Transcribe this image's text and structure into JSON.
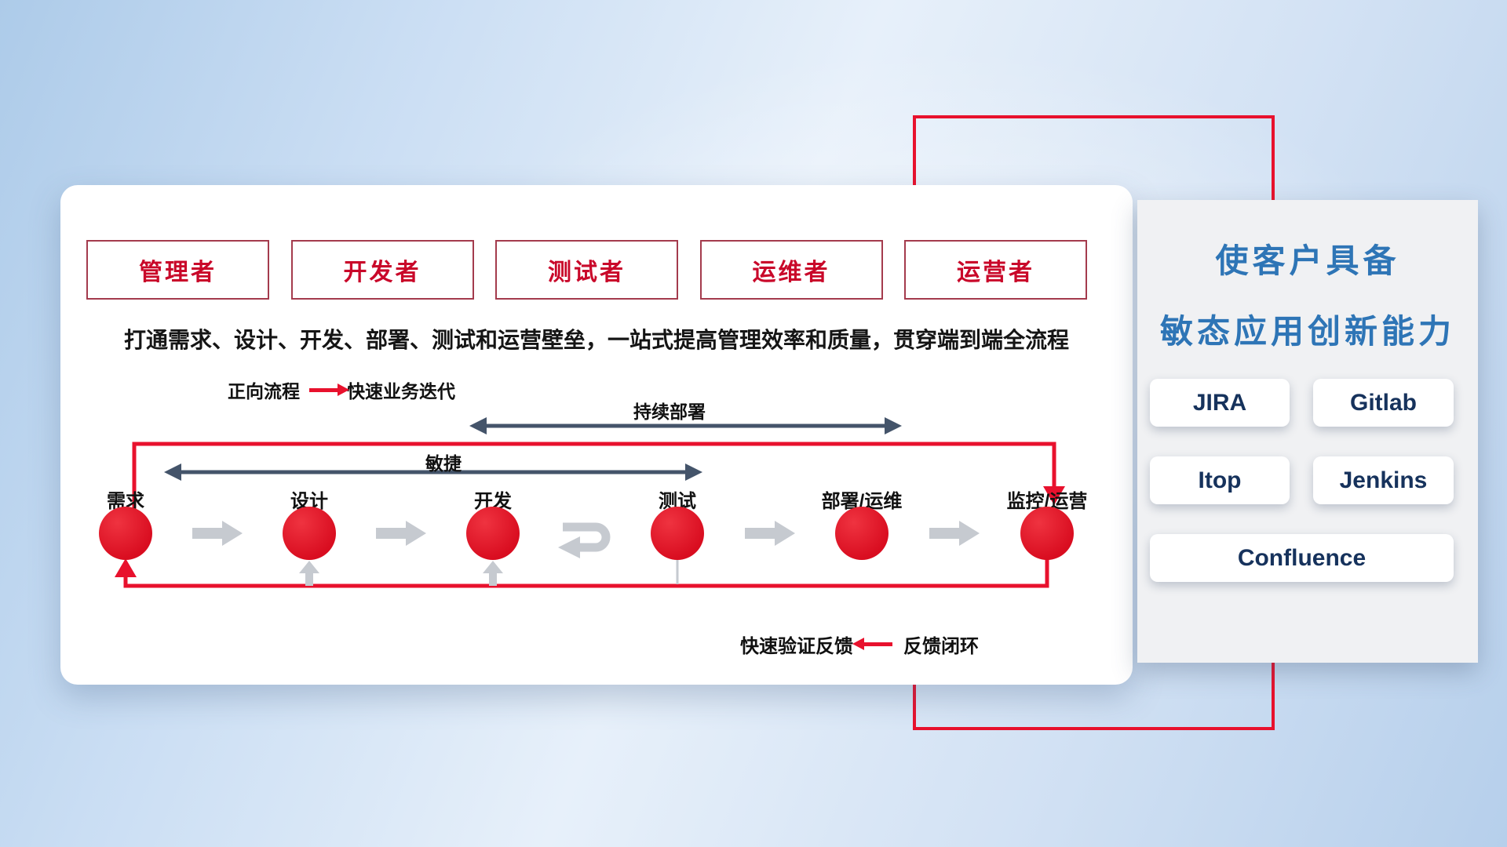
{
  "colors": {
    "accent_red": "#e8112d",
    "circle_red": "#d90d20",
    "dark_arrow": "#44546a",
    "gray_arrow": "#c6cad0",
    "role_text_red": "#c9082a",
    "panel_title_blue": "#2e75b6",
    "tool_text_navy": "#16325c"
  },
  "card": {
    "roles": [
      "管理者",
      "开发者",
      "测试者",
      "运维者",
      "运营者"
    ],
    "subtitle": "打通需求、设计、开发、部署、测试和运营壁垒，一站式提高管理效率和质量，贯穿端到端全流程",
    "legend_forward": {
      "label": "正向流程",
      "desc": "快速业务迭代"
    },
    "arrow_deploy_label": "持续部署",
    "arrow_agile_label": "敏捷",
    "stages": [
      "需求",
      "设计",
      "开发",
      "测试",
      "部署/运维",
      "监控/运营"
    ],
    "legend_feedback": {
      "desc": "快速验证反馈",
      "label": "反馈闭环"
    }
  },
  "panel": {
    "title_line1": "使客户具备",
    "title_line2": "敏态应用创新能力",
    "tools": [
      "JIRA",
      "Gitlab",
      "Itop",
      "Jenkins",
      "Confluence"
    ]
  }
}
